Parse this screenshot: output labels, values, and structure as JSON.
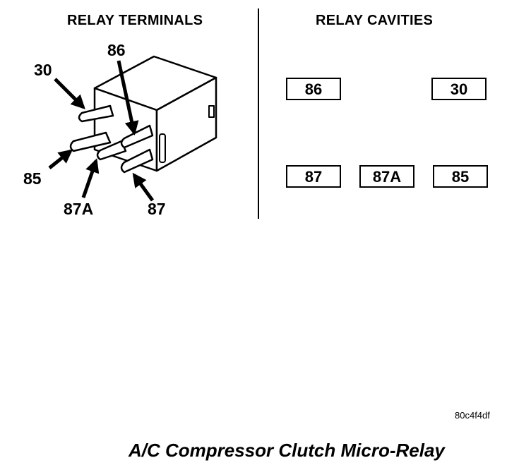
{
  "headings": {
    "terminals": "RELAY TERMINALS",
    "cavities": "RELAY CAVITIES"
  },
  "terminal_labels": {
    "t30": "30",
    "t86": "86",
    "t85": "85",
    "t87a": "87A",
    "t87": "87"
  },
  "cavities": {
    "c86": "86",
    "c30": "30",
    "c87": "87",
    "c87a": "87A",
    "c85": "85"
  },
  "doc_id": "80c4f4df",
  "caption": "A/C Compressor Clutch Micro-Relay"
}
